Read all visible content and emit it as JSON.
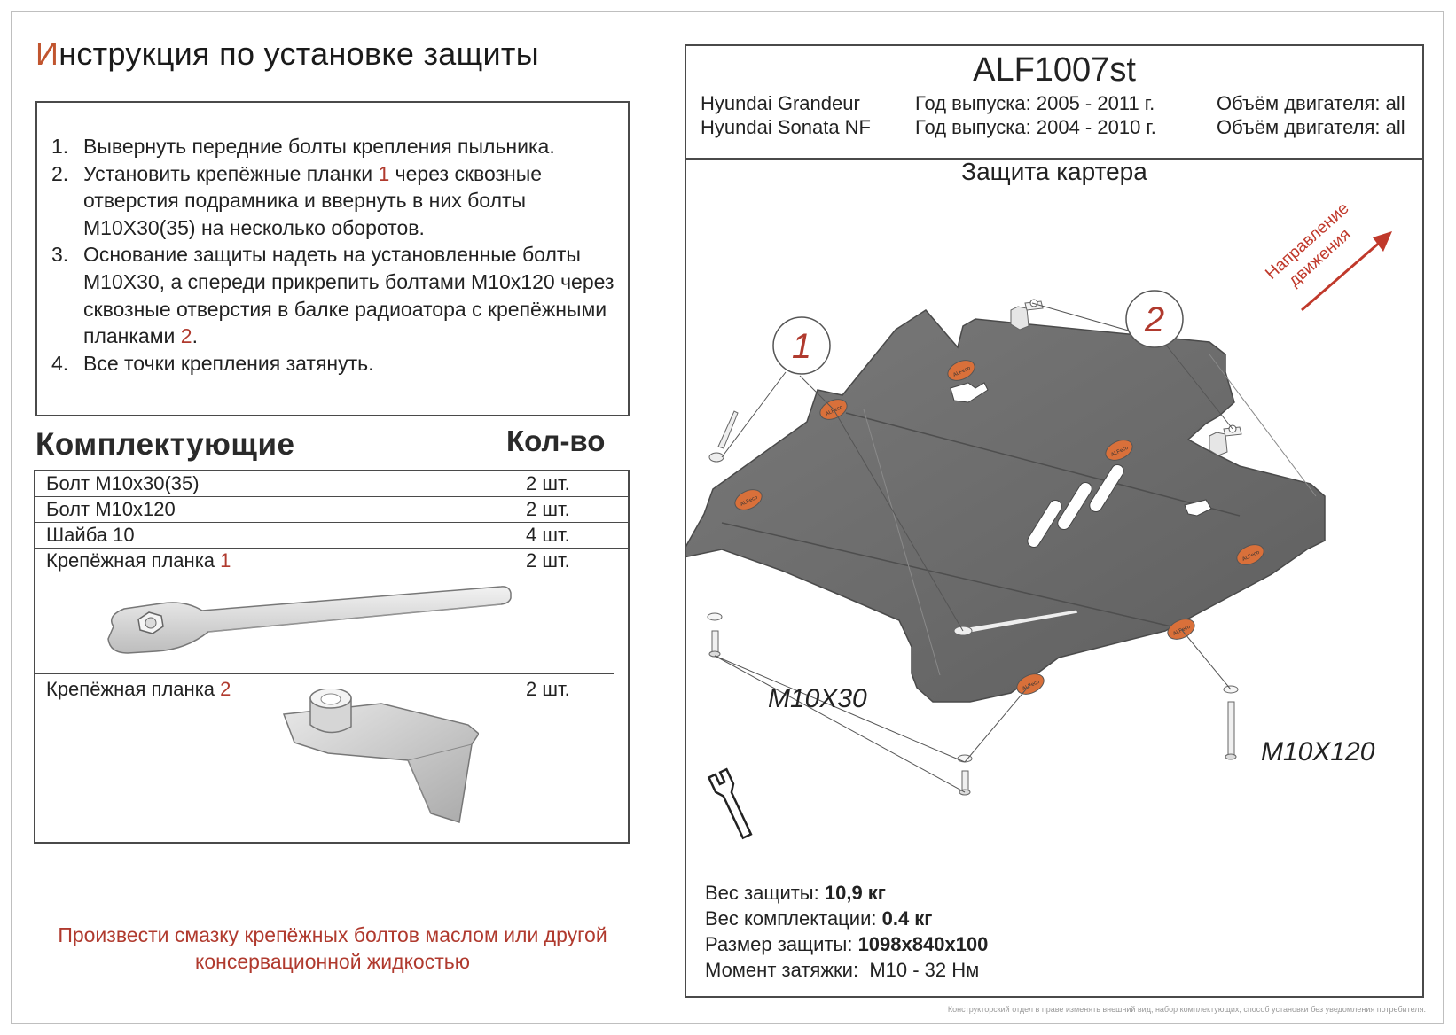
{
  "title": {
    "first_letter": "И",
    "rest": "нструкция по установке защиты"
  },
  "instructions": [
    {
      "num": "1.",
      "parts": [
        {
          "t": "Вывернуть передние болты крепления пыльника."
        }
      ]
    },
    {
      "num": "2.",
      "parts": [
        {
          "t": "Установить крепёжные планки "
        },
        {
          "t": "1",
          "red": true
        },
        {
          "t": " через сквозные отверстия подрамника и ввернуть в них болты M10X30(35) на несколько оборотов."
        }
      ]
    },
    {
      "num": "3.",
      "parts": [
        {
          "t": "Основание защиты надеть на установленные болты M10X30, а спереди прикрепить болтами M10x120 через сквозные отверстия в балке радиоатора с крепёжными планками "
        },
        {
          "t": "2",
          "red": true
        },
        {
          "t": "."
        }
      ]
    },
    {
      "num": "4.",
      "parts": [
        {
          "t": "Все точки крепления затянуть."
        }
      ]
    }
  ],
  "parts_header": "Комплектующие",
  "qty_header": "Кол-во",
  "parts": [
    {
      "name": "Болт M10x30(35)",
      "qty": "2 шт."
    },
    {
      "name": "Болт M10x120",
      "qty": "2 шт."
    },
    {
      "name": "Шайба 10",
      "qty": "4 шт."
    },
    {
      "name": "Крепёжная планка ",
      "num": "1",
      "qty": "2 шт."
    },
    {
      "name": "Крепёжная планка ",
      "num": "2",
      "qty": "2 шт."
    }
  ],
  "note": "Произвести смазку крепёжных болтов маслом или другой консервационной жидкостью",
  "model_code": "ALF1007st",
  "vehicles": [
    {
      "name": "Hyundai Grandeur",
      "year": "Год выпуска: 2005 - 2011 г.",
      "engine": "Объём двигателя: all"
    },
    {
      "name": "Hyundai Sonata NF",
      "year": "Год выпуска: 2004 - 2010 г.",
      "engine": "Объём двигателя: all"
    }
  ],
  "guard_title": "Защита картера",
  "direction_label": [
    "Направление",
    "движения"
  ],
  "callouts": [
    "1",
    "2"
  ],
  "bolt_labels": {
    "m10x30": "M10X30",
    "m10x120": "M10X120"
  },
  "logo_text": "ALFeco",
  "specs": [
    {
      "label": "Вес защиты: ",
      "value": "10,9 кг",
      "bold": true
    },
    {
      "label": "Вес комплектации: ",
      "value": "0.4 кг",
      "bold": true
    },
    {
      "label": "Размер защиты: ",
      "value": "1098x840x100",
      "bold": true
    },
    {
      "label": "Момент затяжки:  ",
      "value": "M10 - 32 Нм",
      "bold": false
    }
  ],
  "footer_note": "Конструкторский отдел в праве изменять внешний вид, набор комплектующих, способ установки без уведомления потребителя.",
  "colors": {
    "accent_red": "#b03a2e",
    "title_orange": "#c1552f",
    "plate_gray": "#6f6f6f",
    "pad_orange": "#d9703a"
  }
}
